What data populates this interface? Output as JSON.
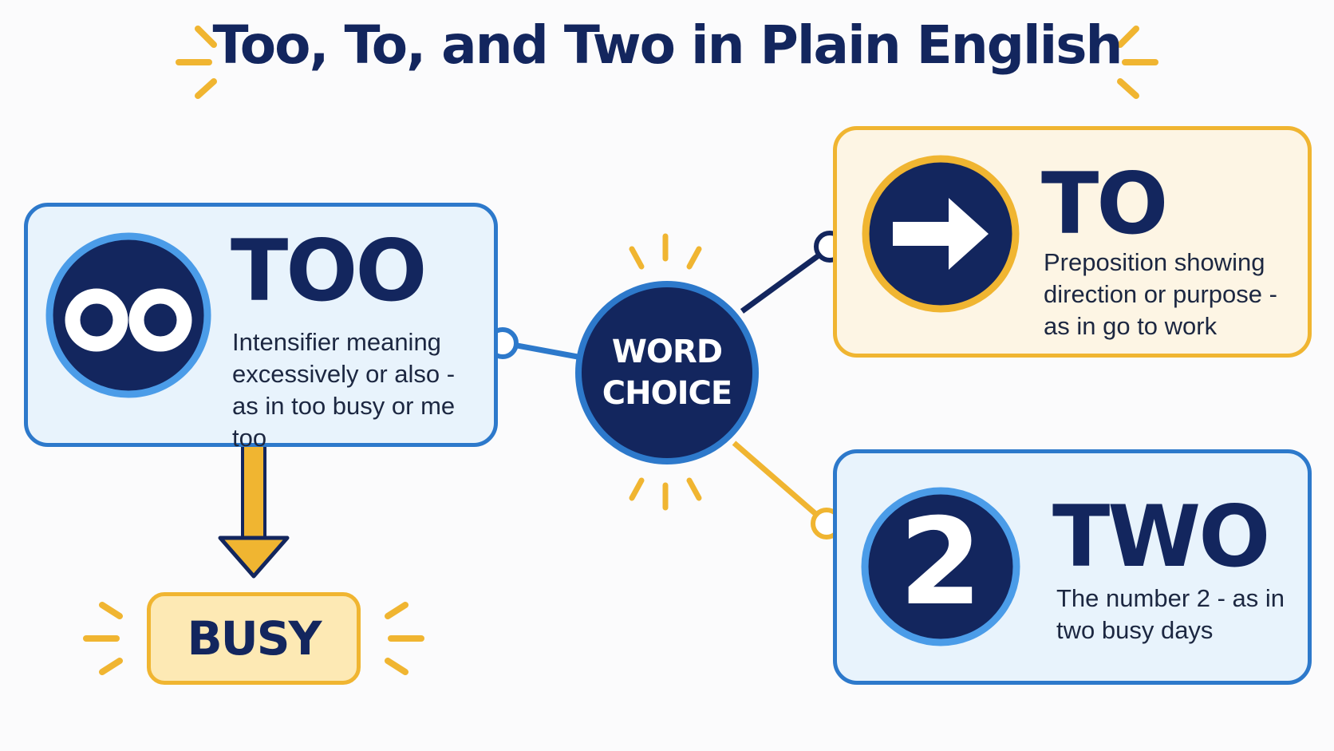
{
  "title": "Too, To, and Two in Plain English",
  "hub": {
    "label": "WORD CHOICE"
  },
  "cards": {
    "too": {
      "word": "TOO",
      "description": "Intensifier meaning excessively or also - as in too busy or me too",
      "icon": "double-circle-eyes-icon"
    },
    "to": {
      "word": "TO",
      "description": "Preposition showing direction or purpose - as in go to work",
      "icon": "right-arrow-icon"
    },
    "two": {
      "word": "TWO",
      "description": "The number 2 - as in two busy days",
      "icon": "number-two-icon",
      "icon_text": "2"
    }
  },
  "example": {
    "label": "BUSY"
  },
  "colors": {
    "navy": "#13265e",
    "blue_border": "#2d79cb",
    "blue_fill": "#e8f3fc",
    "yellow": "#f0b531",
    "yellow_fill": "#fdf5e4"
  }
}
